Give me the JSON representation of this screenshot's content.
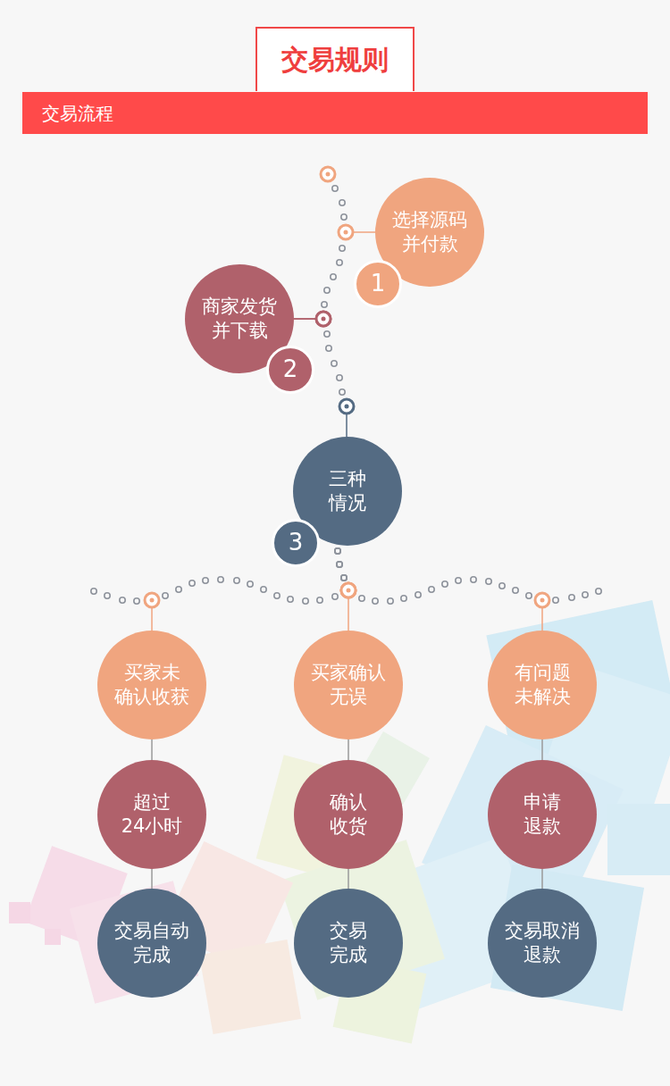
{
  "diagram": {
    "title": "交易规则",
    "nodes": [
      {
        "text": [
          "交易流程"
        ]
      },
      {
        "text": [
          "选择源码 并付款"
        ]
      },
      {
        "text": [
          "1"
        ],
        "in": 1
      },
      {
        "text": [
          "商家发货 并下载"
        ]
      },
      {
        "text": [
          "2"
        ],
        "in": 3
      },
      {
        "text": [
          "三种 情况"
        ]
      },
      {
        "text": [
          "3"
        ],
        "in": 5
      },
      {
        "text": [
          "买家未 确认收获"
        ]
      },
      {
        "text": [
          "买家确认 无误"
        ]
      },
      {
        "text": [
          "有问题 未解决"
        ]
      },
      {
        "text": [
          "超过 24小时"
        ]
      },
      {
        "text": [
          "确认 收货"
        ]
      },
      {
        "text": [
          "申请 退款"
        ]
      },
      {
        "text": [
          "交易自动 完成"
        ]
      },
      {
        "text": [
          "交易 完成"
        ]
      },
      {
        "text": [
          "交易取消 退款"
        ]
      }
    ],
    "edges": [
      {
        "from": 1,
        "to": 3,
        "arrow": "none"
      },
      {
        "from": 3,
        "to": 5,
        "arrow": "none"
      },
      {
        "from": 5,
        "to": 7,
        "arrow": "none"
      },
      {
        "from": 5,
        "to": 8,
        "arrow": "none"
      },
      {
        "from": 5,
        "to": 9,
        "arrow": "none"
      },
      {
        "from": 7,
        "to": 10,
        "arrow": "none"
      },
      {
        "from": 8,
        "to": 11,
        "arrow": "none"
      },
      {
        "from": 9,
        "to": 12,
        "arrow": "none"
      },
      {
        "from": 10,
        "to": 13,
        "arrow": "none"
      },
      {
        "from": 11,
        "to": 14,
        "arrow": "none"
      },
      {
        "from": 12,
        "to": 15,
        "arrow": "none"
      }
    ]
  }
}
